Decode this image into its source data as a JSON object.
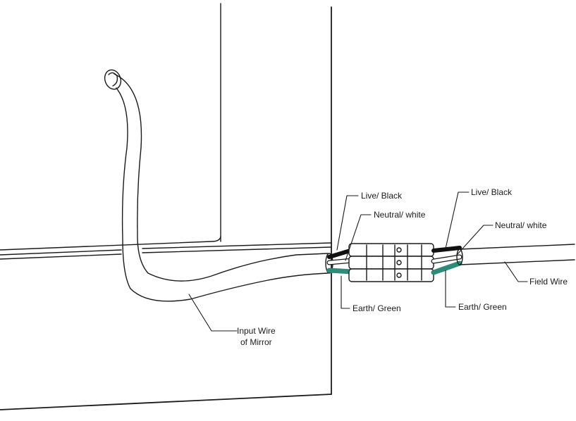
{
  "labels": {
    "live_black_left": "Live/ Black",
    "neutral_white_left": "Neutral/ white",
    "earth_green_left": "Earth/ Green",
    "live_black_right": "Live/ Black",
    "neutral_white_right": "Neutral/ white",
    "earth_green_right": "Earth/ Green",
    "field_wire": "Field Wire",
    "input_wire_line1": "Input Wire",
    "input_wire_line2": "of Mirror"
  },
  "colors": {
    "outline": "#1a1a1a",
    "live_wire": "#111111",
    "neutral_wire": "#ffffff",
    "earth_wire": "#2e8b7a",
    "background": "#ffffff"
  }
}
